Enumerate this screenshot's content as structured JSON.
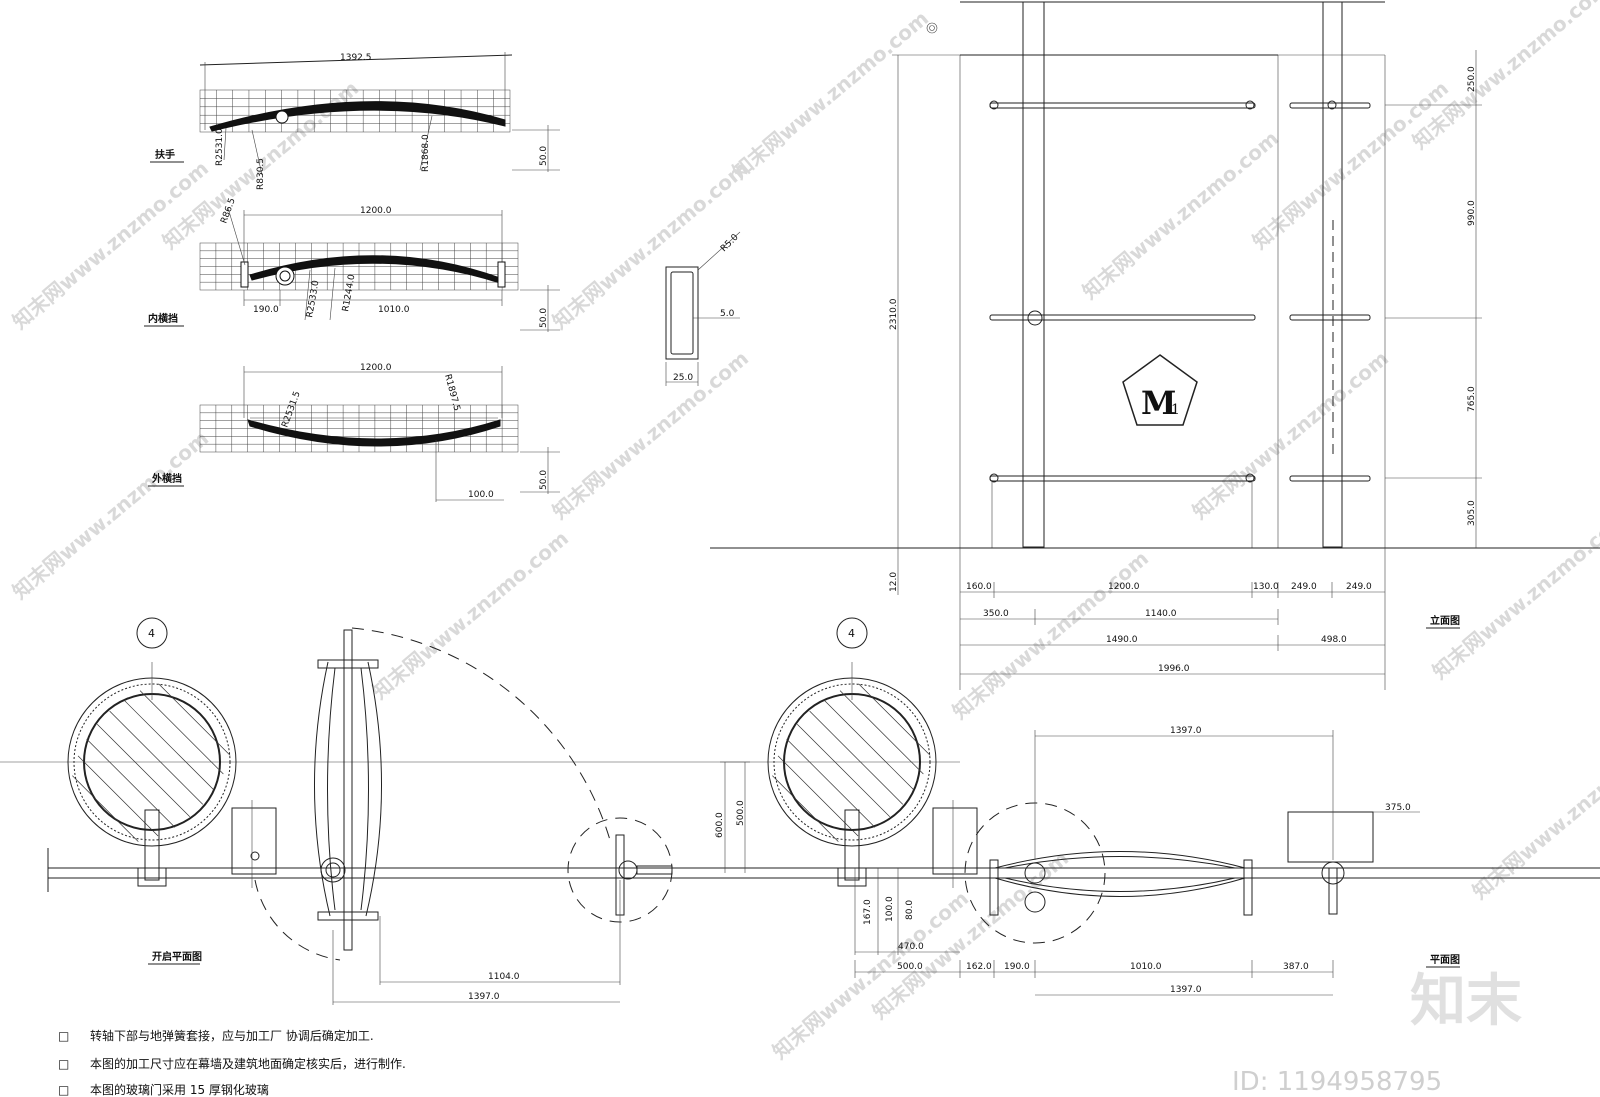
{
  "labels": {
    "handrail": "扶手",
    "inner_bar": "内横挡",
    "outer_bar": "外横挡",
    "open_plan": "开启平面图",
    "plan": "平面图",
    "elevation": "立面图",
    "door_mark": "M",
    "door_mark_sub": "1",
    "axis_left": "4",
    "axis_right": "4"
  },
  "notes": [
    "转轴下部与地弹簧套接，应与加工厂 协调后确定加工.",
    "本图的加工尺寸应在幕墙及建筑地面确定核实后，进行制作.",
    "本图的玻璃门采用 15 厚钢化玻璃"
  ],
  "note_bullet": "□",
  "handrail_dims": {
    "len": "1392.5",
    "r1": "R2531.0",
    "r2": "R830.5",
    "r3": "R1868.0",
    "h": "50.0"
  },
  "inner_dims": {
    "len": "1200.0",
    "r1": "R86.5",
    "r2": "R2533.0",
    "r3": "R1244.0",
    "a": "190.0",
    "b": "1010.0",
    "h": "50.0"
  },
  "outer_dims": {
    "len": "1200.0",
    "r1": "R2531.5",
    "r2": "R1897.5",
    "a": "100.0",
    "h": "50.0"
  },
  "section_dims": {
    "r": "R5.0",
    "t": "5.0",
    "w": "25.0"
  },
  "elevation_dims": {
    "h_total": "2310.0",
    "base": "12.0",
    "v1": "250.0",
    "v2": "990.0",
    "v3": "765.0",
    "v4": "305.0",
    "r1": [
      "160.0",
      "1200.0",
      "130.0",
      "249.0",
      "249.0"
    ],
    "r2": [
      "350.0",
      "1140.0"
    ],
    "r3": [
      "1490.0",
      "498.0"
    ],
    "r4": "1996.0"
  },
  "open_plan_dims": {
    "a": "1104.0",
    "b": "1397.0"
  },
  "plan_dims": {
    "top": "1397.0",
    "side": "375.0",
    "v600": "600.0",
    "v500": "500.0",
    "v167": "167.0",
    "v100": "100.0",
    "v80": "80.0",
    "b1": "470.0",
    "b2": [
      "500.0",
      "162.0",
      "190.0",
      "1010.0",
      "387.0"
    ],
    "b3": "1397.0"
  },
  "watermark": {
    "text": "知末网www.znzmo.com",
    "brand": "知末",
    "id": "ID: 1194958795"
  }
}
